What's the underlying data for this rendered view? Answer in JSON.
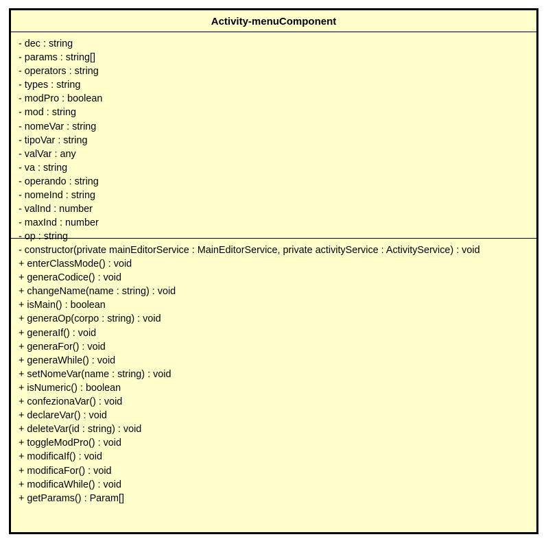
{
  "class": {
    "name": "Activity-menuComponent",
    "attributes": [
      "- dec : string",
      "- params : string[]",
      "- operators : string",
      "- types : string",
      "- modPro : boolean",
      "- mod : string",
      "- nomeVar : string",
      "- tipoVar : string",
      "- valVar : any",
      "- va : string",
      "- operando : string",
      "- nomeInd : string",
      "- valInd : number",
      "- maxInd : number",
      "- op : string"
    ],
    "operations": [
      "- constructor(private mainEditorService : MainEditorService, private activityService : ActivityService) : void",
      "+ enterClassMode() : void",
      "+ generaCodice() : void",
      "+ changeName(name : string) : void",
      "+ isMain() : boolean",
      "+ generaOp(corpo : string) : void",
      "+ generaIf() : void",
      "+ generaFor() : void",
      "+ generaWhile() : void",
      "+ setNomeVar(name : string) : void",
      "+ isNumeric() : boolean",
      "+ confezionaVar() : void",
      "+ declareVar() : void",
      "+ deleteVar(id : string) : void",
      "+ toggleModPro() : void",
      "+ modificaIf() : void",
      "+ modificaFor() : void",
      "+ modificaWhile() : void",
      "+ getParams() : Param[]"
    ]
  },
  "colors": {
    "fill": "#ffffcc",
    "border": "#000000"
  }
}
